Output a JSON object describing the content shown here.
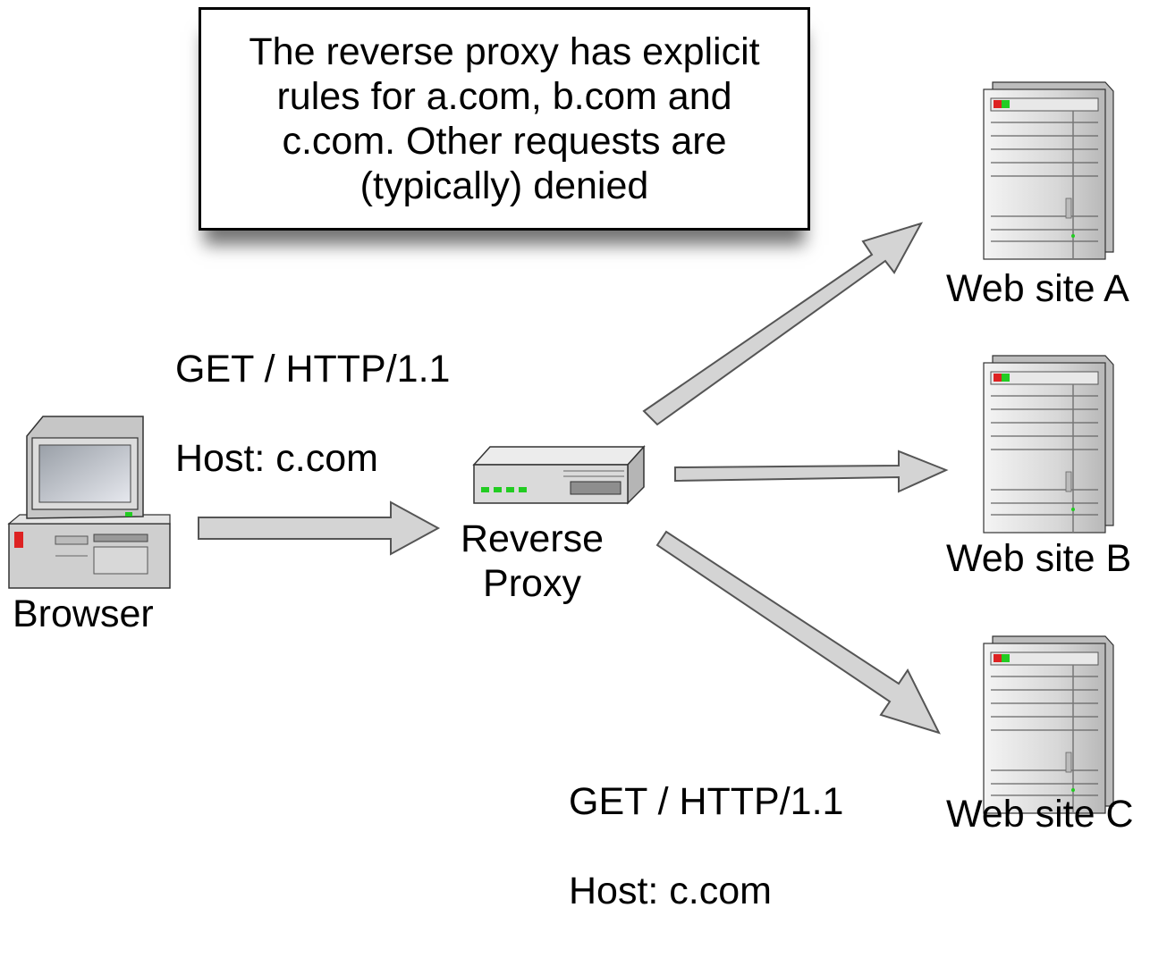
{
  "note": {
    "text": "The reverse proxy has explicit\nrules for a.com, b.com and\nc.com. Other requests are\n(typically) denied"
  },
  "request_top": {
    "line1": "GET / HTTP/1.1",
    "line2": "Host: c.com"
  },
  "request_bottom": {
    "line1": "GET / HTTP/1.1",
    "line2": "Host: c.com"
  },
  "nodes": {
    "browser": "Browser",
    "proxy": "Reverse\nProxy",
    "site_a": "Web site A",
    "site_b": "Web site B",
    "site_c": "Web site C"
  },
  "icons": {
    "browser": "desktop-computer-icon",
    "proxy": "network-appliance-icon",
    "server": "tower-server-icon"
  },
  "colors": {
    "arrow_fill": "#d4d4d4",
    "arrow_stroke": "#555555",
    "server_green": "#22cc22",
    "server_red": "#dd2222"
  }
}
